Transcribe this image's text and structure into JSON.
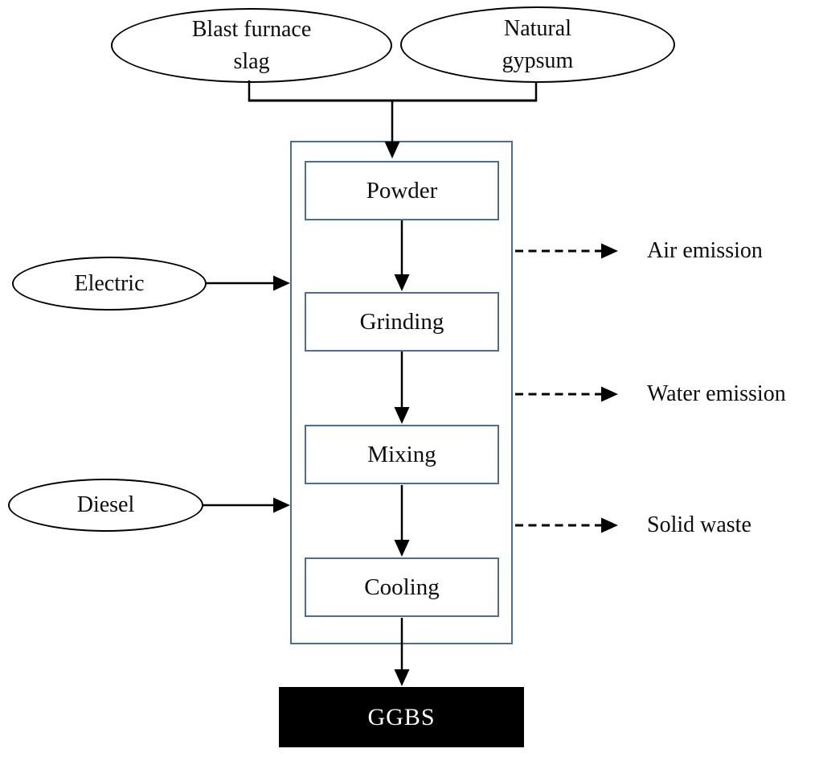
{
  "diagram": {
    "type": "process-flow",
    "raw_materials": [
      {
        "label": "Blast furnace slag"
      },
      {
        "label": "Natural gypsum"
      }
    ],
    "energy_inputs": [
      {
        "label": "Electric"
      },
      {
        "label": "Diesel"
      }
    ],
    "process_steps": [
      {
        "label": "Powder"
      },
      {
        "label": "Grinding"
      },
      {
        "label": "Mixing"
      },
      {
        "label": "Cooling"
      }
    ],
    "emission_outputs": [
      {
        "label": "Air emission"
      },
      {
        "label": "Water emission"
      },
      {
        "label": "Solid waste"
      }
    ],
    "final_product": {
      "label": "GGBS"
    },
    "colors": {
      "line": "#000000",
      "boundary_border": "#4a6d9b",
      "step_border": "#4a6d9b",
      "node_border": "#000000",
      "output_background": "#000000",
      "output_text": "#ffffff",
      "background": "#ffffff"
    }
  }
}
